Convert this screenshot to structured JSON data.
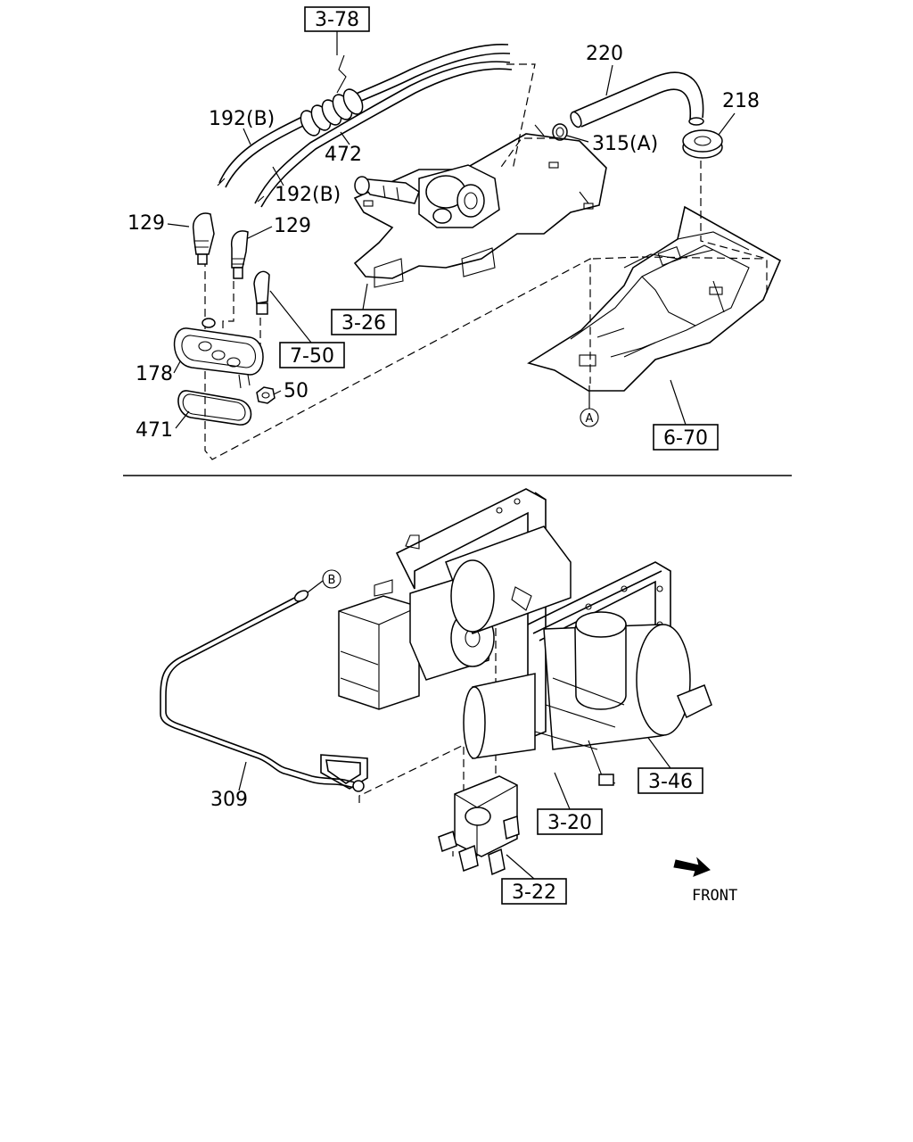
{
  "upper_assembly": {
    "refs": {
      "r378": "3-78",
      "r326": "3-26",
      "r750": "7-50",
      "r670": "6-70"
    },
    "labels": {
      "p220": "220",
      "p218": "218",
      "p315": "315(A)",
      "p192a": "192(B)",
      "p192b": "192(B)",
      "p472": "472",
      "p129a": "129",
      "p129b": "129",
      "p178": "178",
      "p50": "50",
      "p471": "471"
    },
    "callout_a": "A"
  },
  "lower_assembly": {
    "refs": {
      "r346": "3-46",
      "r320": "3-20",
      "r322": "3-22"
    },
    "labels": {
      "p309": "309"
    },
    "callout_b": "B",
    "front_label": "FRONT"
  }
}
